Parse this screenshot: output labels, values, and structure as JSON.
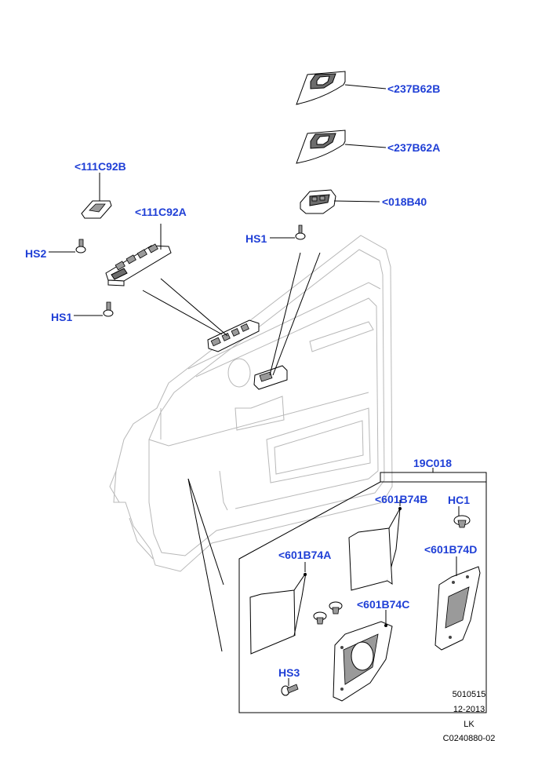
{
  "callouts": {
    "bezel_237b62b": "<237B62B",
    "bezel_237b62a": "<237B62A",
    "switch_018b40": "<018B40",
    "switch_111c92b": "<111C92B",
    "switch_111c92a": "<111C92A",
    "screw_hs1_right": "HS1",
    "screw_hs2": "HS2",
    "screw_hs1_left": "HS1",
    "kit_19c018": "19C018",
    "trim_601b74b": "<601B74B",
    "clip_hc1": "HC1",
    "trim_601b74a": "<601B74A",
    "trim_601b74d": "<601B74D",
    "trim_601b74c": "<601B74C",
    "screw_hs3": "HS3"
  },
  "footer": {
    "line1": "5010515",
    "line2": "12-2013",
    "line3": "LK",
    "line4": "C0240880-02"
  },
  "colors": {
    "callout": "#1f3fd6",
    "line": "#000000",
    "door_outline": "#b8b8b8"
  }
}
